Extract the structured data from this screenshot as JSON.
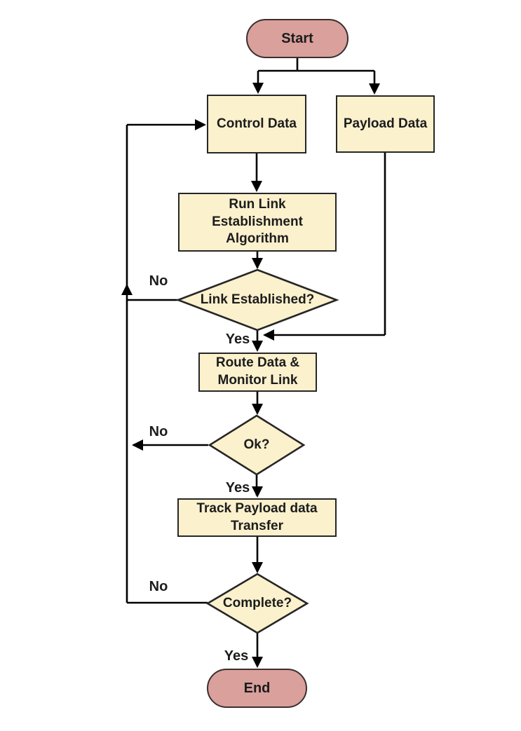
{
  "diagram": {
    "type": "flowchart",
    "background": "#ffffff"
  },
  "colors": {
    "process_fill": "#FBF1CD",
    "shape_border": "#262626",
    "terminator_fill": "#D9A09C",
    "terminator_border": "#3B2F2F",
    "line_color": "#000000"
  },
  "nodes": {
    "start": {
      "type": "terminator",
      "label": "Start"
    },
    "control_data": {
      "type": "process",
      "label": "Control Data"
    },
    "payload_data": {
      "type": "process",
      "label": "Payload Data"
    },
    "run_link_algorithm": {
      "type": "process",
      "label": "Run Link\nEstablishment\nAlgorithm"
    },
    "link_established": {
      "type": "decision",
      "label": "Link Established?"
    },
    "route_data": {
      "type": "process",
      "label": "Route Data &\nMonitor Link"
    },
    "ok": {
      "type": "decision",
      "label": "Ok?"
    },
    "track_payload": {
      "type": "process",
      "label": "Track Payload data\nTransfer"
    },
    "complete": {
      "type": "decision",
      "label": "Complete?"
    },
    "end": {
      "type": "terminator",
      "label": "End"
    }
  },
  "edge_labels": {
    "link_established_no": "No",
    "link_established_yes": "Yes",
    "ok_no": "No",
    "ok_yes": "Yes",
    "complete_no": "No",
    "complete_yes": "Yes"
  },
  "edges": [
    "Start -> Control Data",
    "Start -> Payload Data",
    "Control Data -> Run Link Establishment Algorithm",
    "Run Link Establishment Algorithm -> Link Established?",
    "Link Established? -No-> Control Data (feedback left loop)",
    "Link Established? -Yes-> Route Data & Monitor Link",
    "Payload Data -> Route Data & Monitor Link",
    "Route Data & Monitor Link -> Ok?",
    "Ok? -No-> feedback left loop",
    "Ok? -Yes-> Track Payload data Transfer",
    "Track Payload data Transfer -> Complete?",
    "Complete? -No-> feedback left loop",
    "Complete? -Yes-> End"
  ]
}
